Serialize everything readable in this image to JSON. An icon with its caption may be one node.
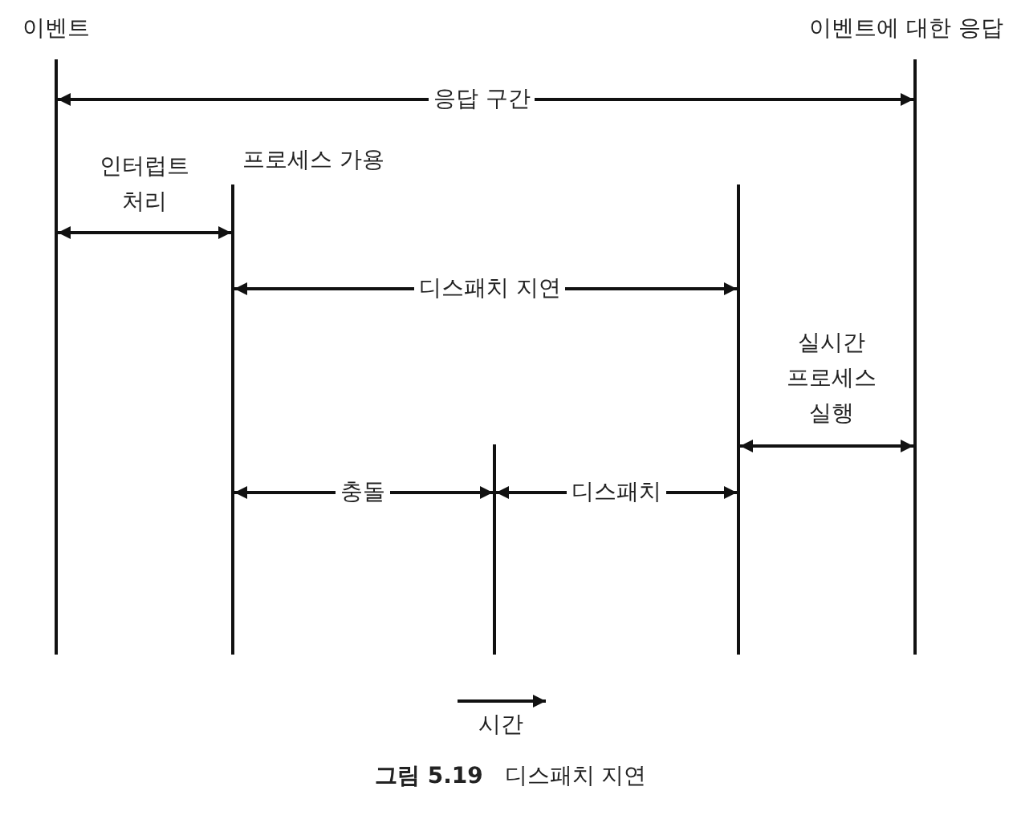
{
  "diagram": {
    "caption": "**그림 5.19**   디스패치 지연",
    "labels": [
      "이벤트",
      "이벤트에 대한 응답",
      "응답 구간",
      "인터럽트 처리",
      "프로세스 가용",
      "디스패치 지연",
      "실시간 프로세스 실행",
      "충돌",
      "디스패치",
      "시간"
    ]
  }
}
